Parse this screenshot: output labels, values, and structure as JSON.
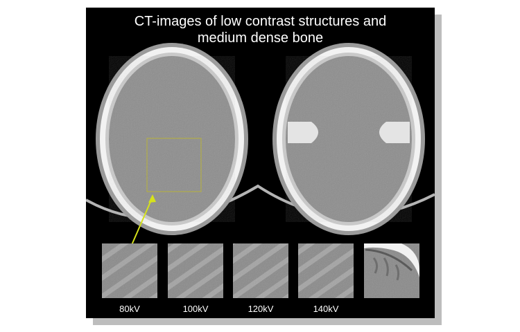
{
  "title": {
    "line1": "CT-images of low contrast structures and",
    "line2": "medium dense bone"
  },
  "thumbnails": [
    {
      "label": "80kV"
    },
    {
      "label": "100kV"
    },
    {
      "label": "120kV"
    },
    {
      "label": "140kV"
    },
    {
      "label": ""
    }
  ],
  "colors": {
    "background": "#000000",
    "tissue": "#8d8d8d",
    "bone": "#f2f2f2",
    "roi_box": "#b8b23a",
    "arrow": "#d6e21b"
  }
}
